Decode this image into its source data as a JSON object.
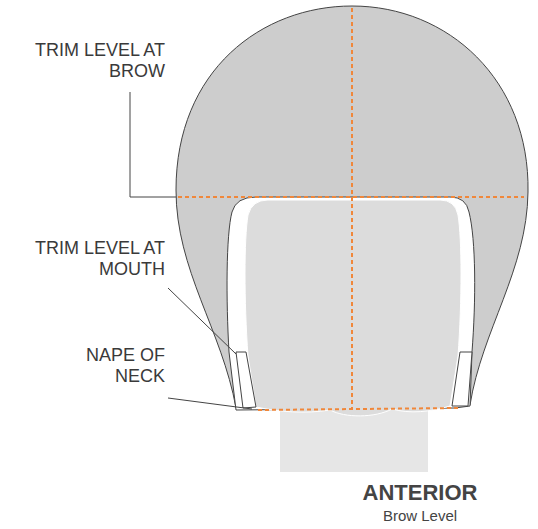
{
  "diagram": {
    "labels": [
      "TRIM LEVEL AT BROW",
      "TRIM LEVEL AT MOUTH",
      "NAPE OF NECK",
      "ANTERIOR",
      "Brow Level"
    ]
  }
}
